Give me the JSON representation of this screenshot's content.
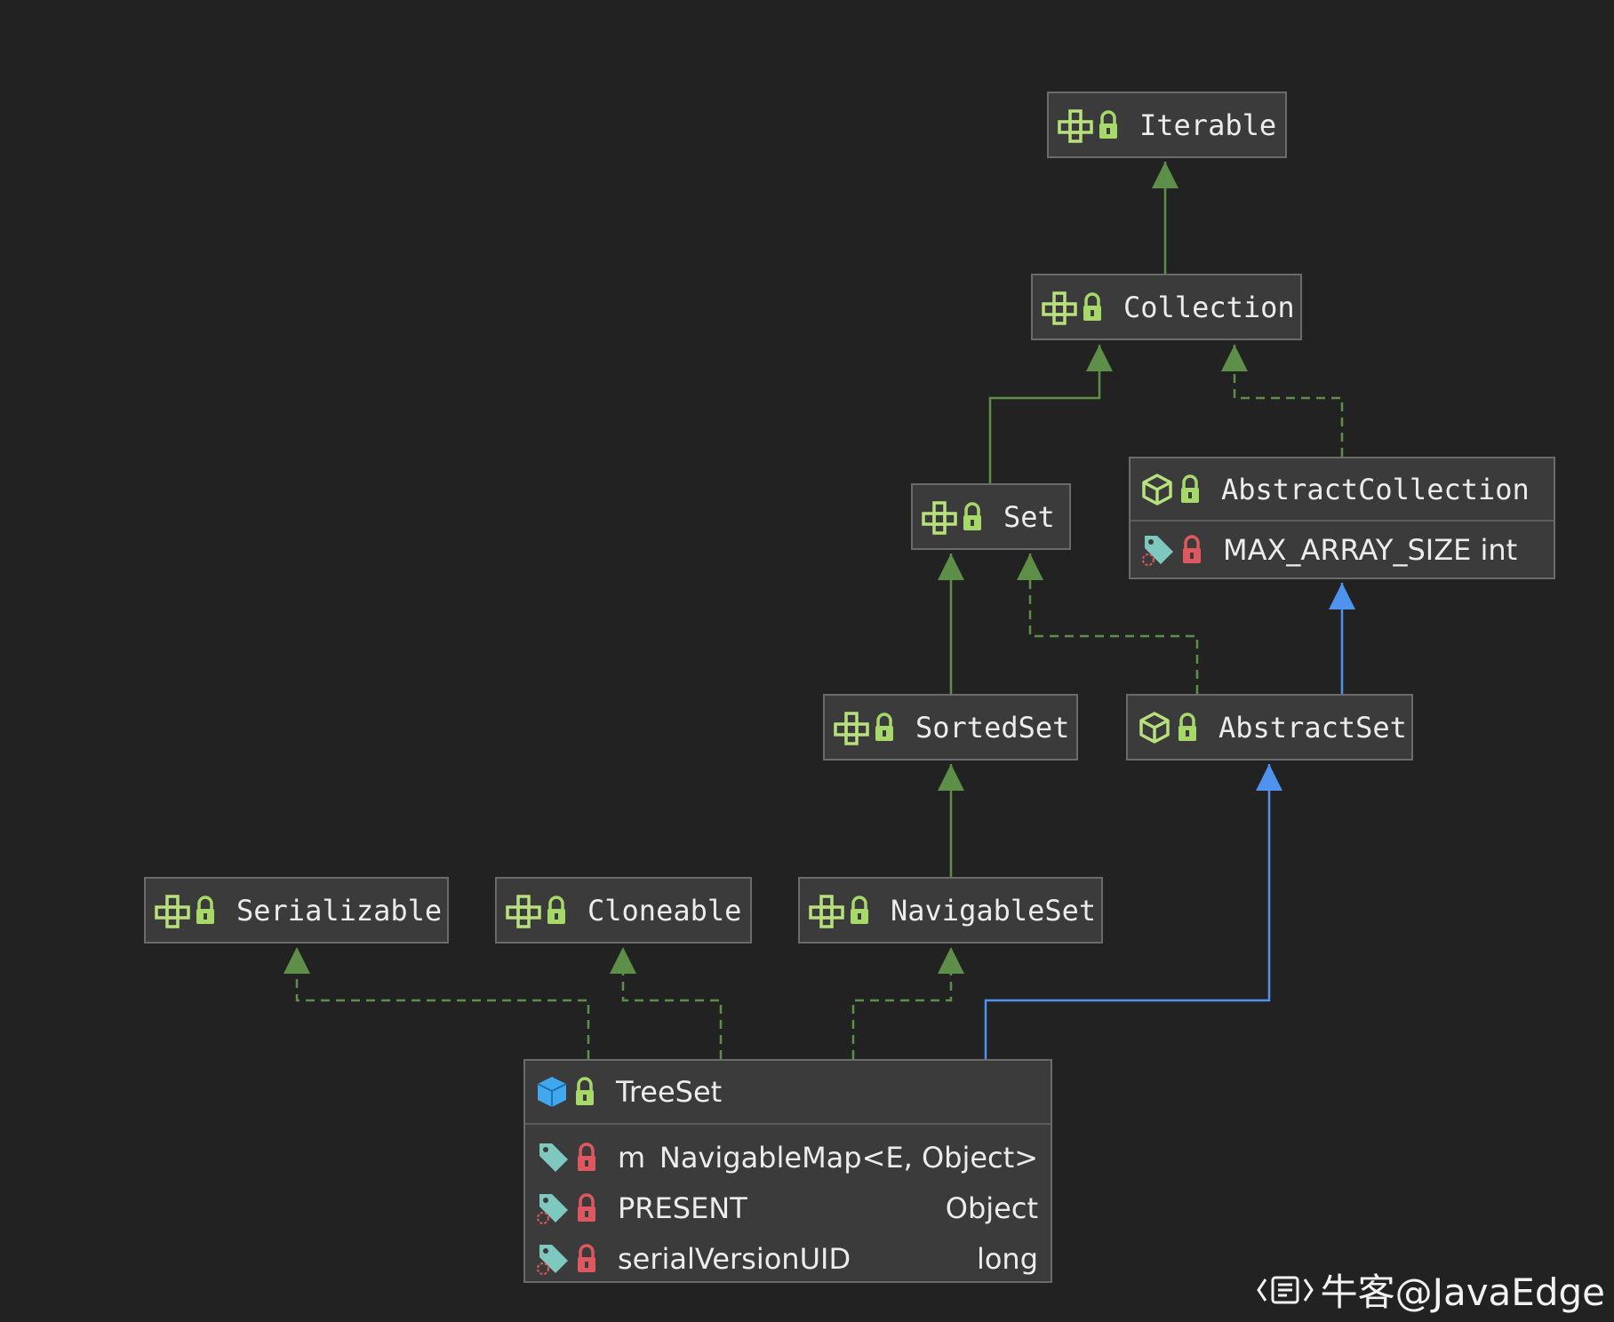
{
  "colors": {
    "background": "#222222",
    "node_fill": "#3b3b3b",
    "node_border": "#6b6b6b",
    "interface_edge": "#5e8f48",
    "class_edge": "#4f93ee",
    "interface_icon": "#b8e07c",
    "lock_public": "#a6d96a",
    "lock_private": "#e0585f",
    "field_icon": "#7ec8c0",
    "class_icon": "#3fa8ee"
  },
  "nodes": {
    "iterable": {
      "name": "Iterable",
      "kind": "interface"
    },
    "collection": {
      "name": "Collection",
      "kind": "interface"
    },
    "set": {
      "name": "Set",
      "kind": "interface"
    },
    "abstract_collection": {
      "name": "AbstractCollection",
      "kind": "abstract-class",
      "fields": [
        {
          "name": "MAX_ARRAY_SIZE int",
          "type": ""
        }
      ]
    },
    "sorted_set": {
      "name": "SortedSet",
      "kind": "interface"
    },
    "abstract_set": {
      "name": "AbstractSet",
      "kind": "abstract-class"
    },
    "serializable": {
      "name": "Serializable",
      "kind": "interface"
    },
    "cloneable": {
      "name": "Cloneable",
      "kind": "interface"
    },
    "navigable_set": {
      "name": "NavigableSet",
      "kind": "interface"
    },
    "treeset": {
      "name": "TreeSet",
      "kind": "class",
      "fields": [
        {
          "name": "m",
          "type": "NavigableMap<E, Object>"
        },
        {
          "name": "PRESENT",
          "type": "Object"
        },
        {
          "name": "serialVersionUID",
          "type": "long"
        }
      ]
    }
  },
  "edges": [
    {
      "from": "collection",
      "to": "iterable",
      "style": "solid",
      "relation": "extends"
    },
    {
      "from": "set",
      "to": "collection",
      "style": "solid",
      "relation": "extends"
    },
    {
      "from": "abstract_collection",
      "to": "collection",
      "style": "dashed",
      "relation": "implements"
    },
    {
      "from": "sorted_set",
      "to": "set",
      "style": "solid",
      "relation": "extends"
    },
    {
      "from": "abstract_set",
      "to": "set",
      "style": "dashed",
      "relation": "implements"
    },
    {
      "from": "abstract_set",
      "to": "abstract_collection",
      "style": "solid",
      "relation": "extends-class"
    },
    {
      "from": "navigable_set",
      "to": "sorted_set",
      "style": "solid",
      "relation": "extends"
    },
    {
      "from": "treeset",
      "to": "serializable",
      "style": "dashed",
      "relation": "implements"
    },
    {
      "from": "treeset",
      "to": "cloneable",
      "style": "dashed",
      "relation": "implements"
    },
    {
      "from": "treeset",
      "to": "navigable_set",
      "style": "dashed",
      "relation": "implements"
    },
    {
      "from": "treeset",
      "to": "abstract_set",
      "style": "solid",
      "relation": "extends-class"
    }
  ],
  "watermark": {
    "icon": "niuke-logo-icon",
    "text": "牛客@JavaEdge"
  }
}
